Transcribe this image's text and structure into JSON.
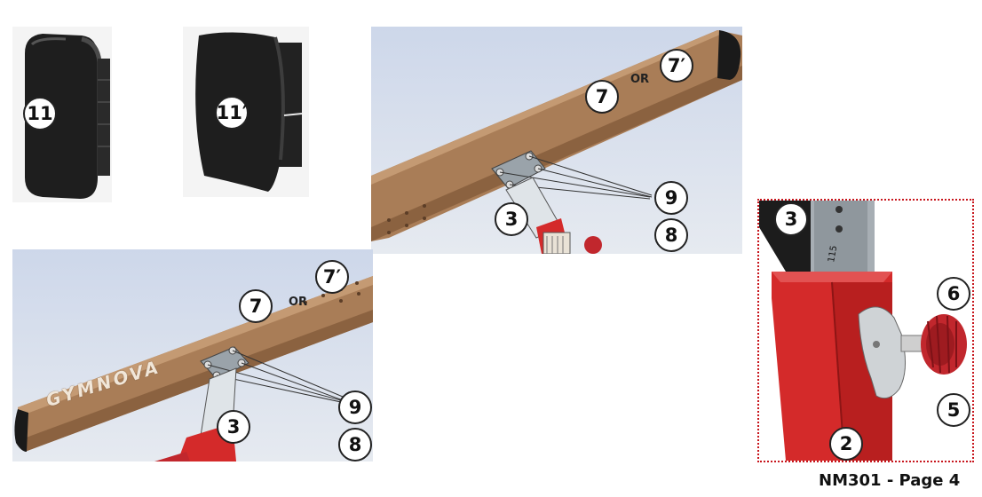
{
  "callouts": {
    "end_cap_a": "11",
    "end_cap_b": "11′",
    "top_beam": "7",
    "top_beam_alt": "7′",
    "top_bolts": "9",
    "top_plate": "8",
    "top_upright": "3",
    "bottom_beam": "7",
    "bottom_beam_alt": "7′",
    "bottom_bolts": "9",
    "bottom_plate": "8",
    "bottom_upright": "3",
    "detail_upright": "3",
    "detail_knob": "6",
    "detail_latch": "5",
    "detail_base": "2"
  },
  "or_label": "OR",
  "brand_text": "GYMNOVA",
  "footer": "NM301 - Page 4",
  "colors": {
    "beam": "#a97d57",
    "frame_red": "#d42a2a",
    "end_cap": "#1c1c1c",
    "dotted_border": "#c8161d"
  }
}
